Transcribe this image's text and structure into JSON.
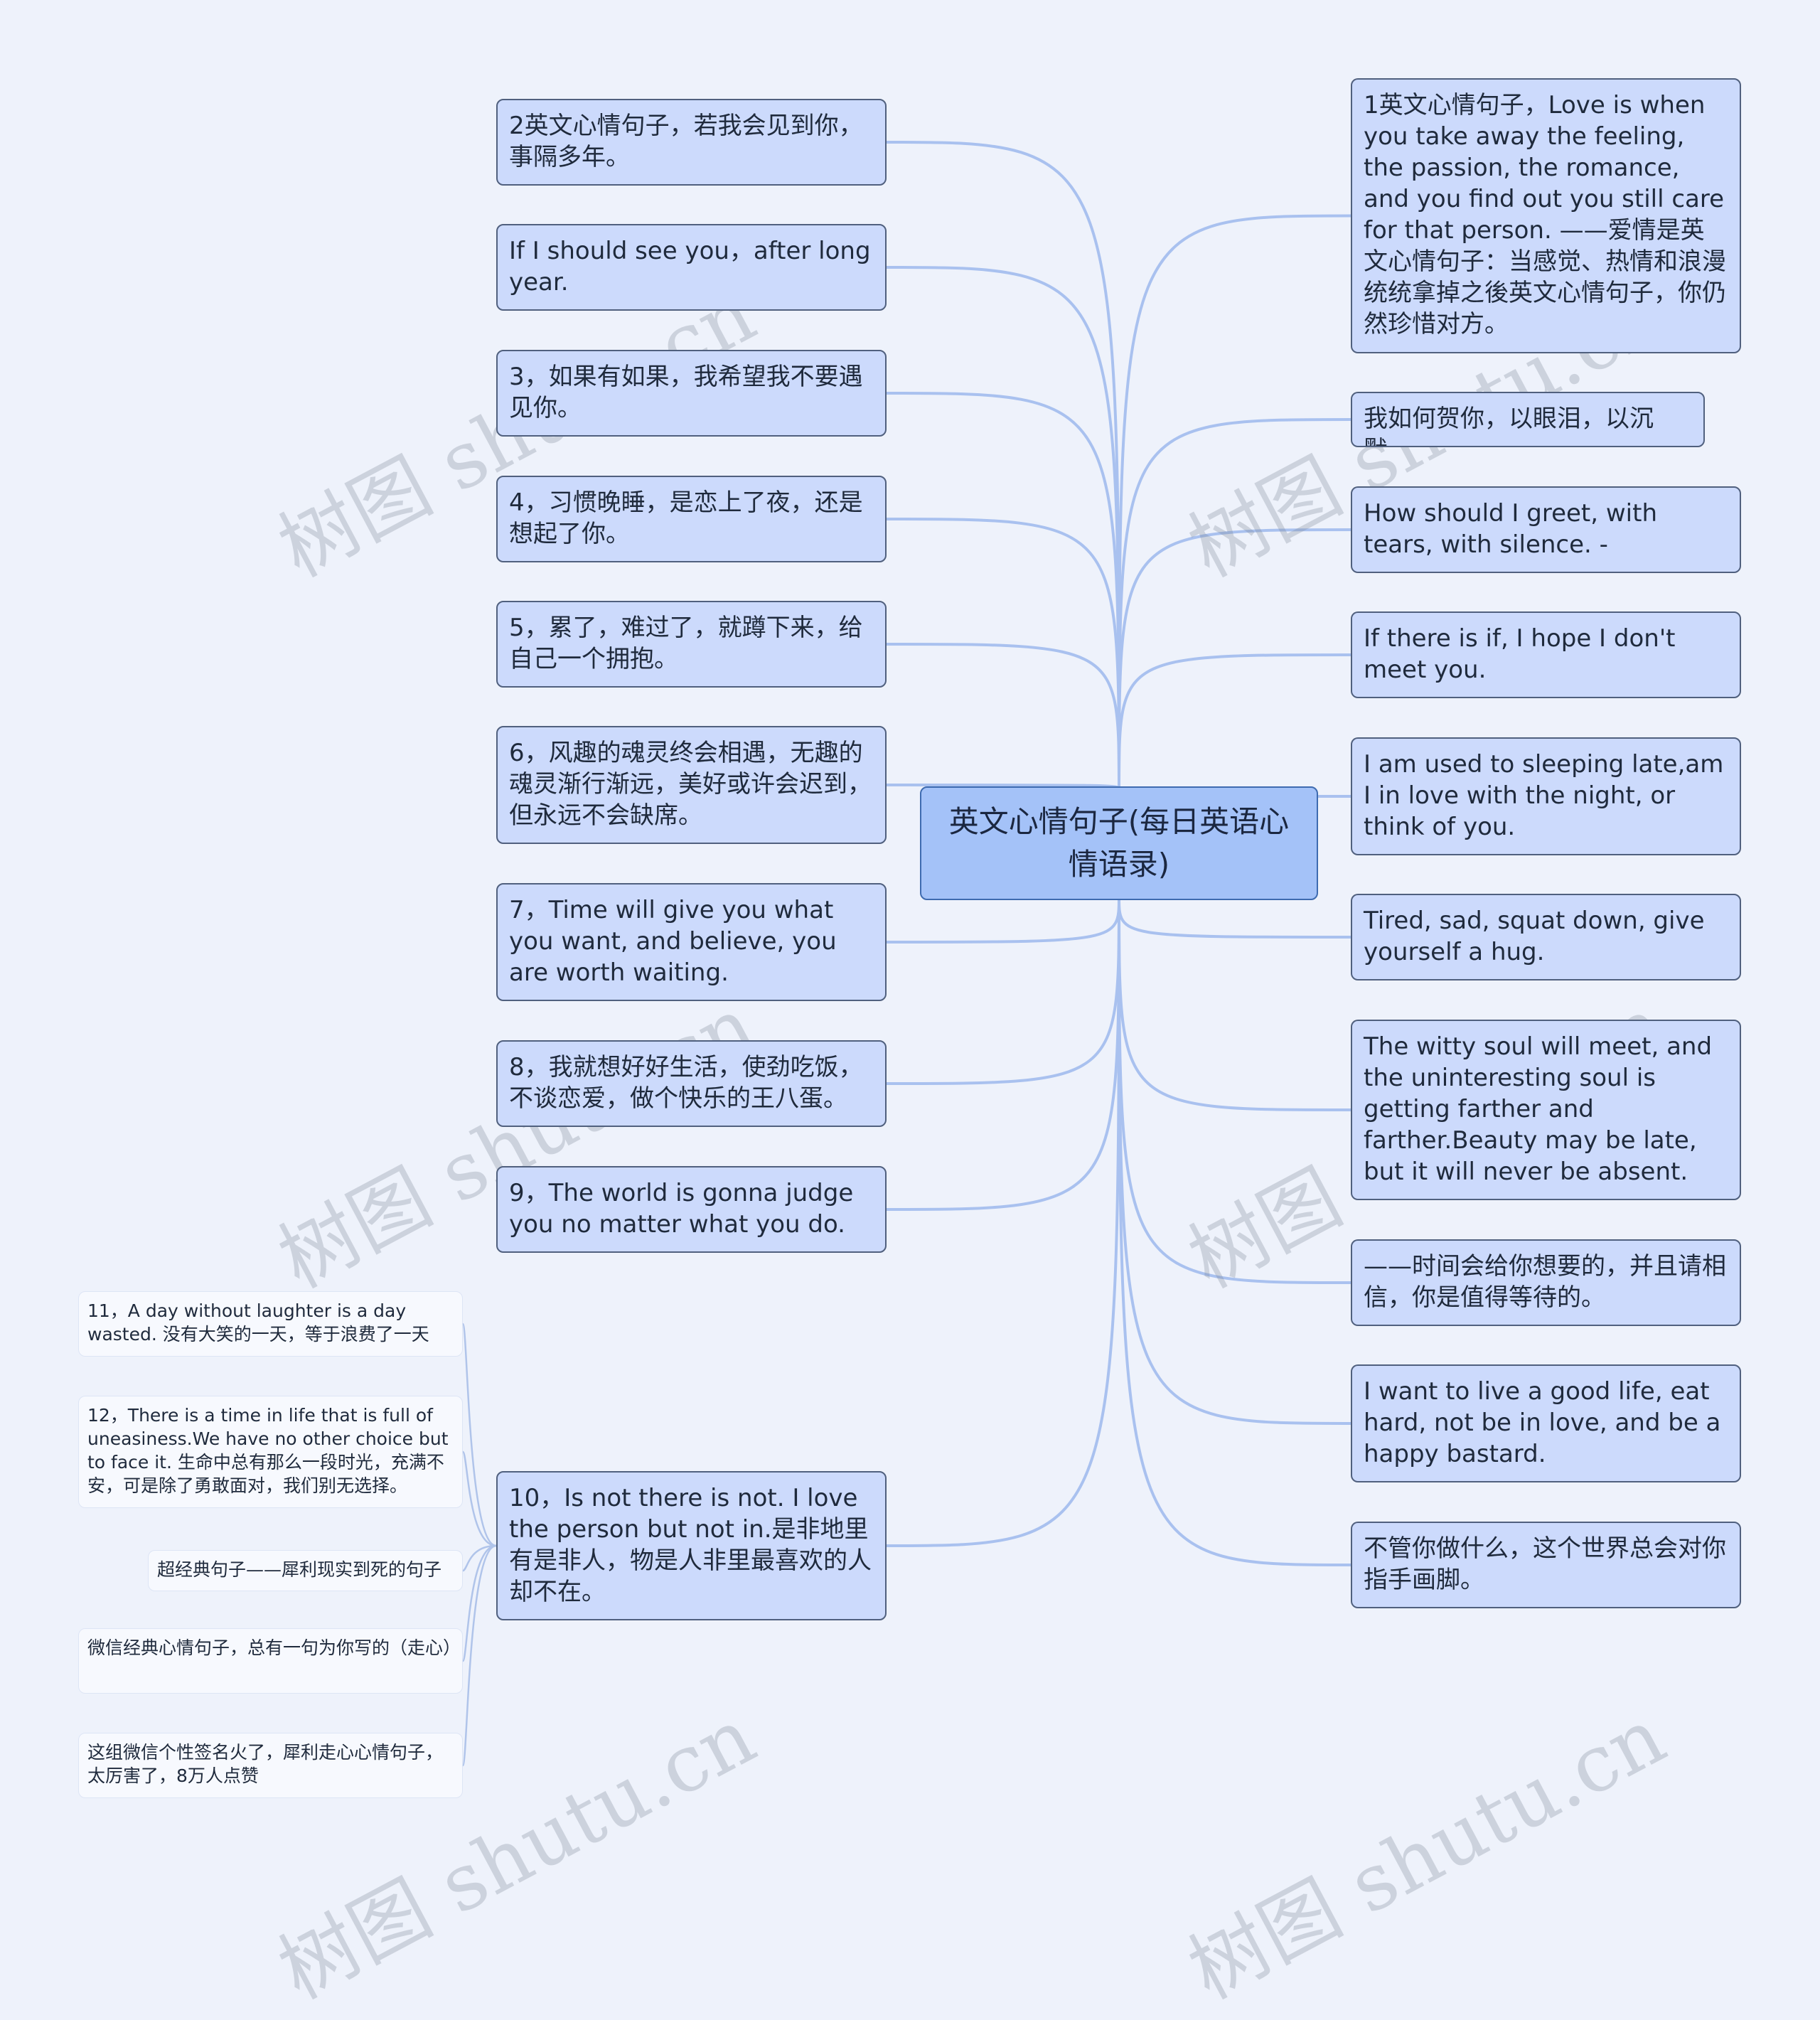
{
  "center": {
    "label": "英文心情句子(每日英语心情语录)"
  },
  "left_nodes": [
    "2英文心情句子，若我会见到你，事隔多年。",
    "If I should see you，after long year.",
    "3，如果有如果，我希望我不要遇见你。",
    "4，习惯晚睡，是恋上了夜，还是想起了你。",
    "5，累了，难过了，就蹲下来，给自己一个拥抱。",
    "6，风趣的魂灵终会相遇，无趣的魂灵渐行渐远，美好或许会迟到，但永远不会缺席。",
    "7，Time will give you what you want, and believe, you are worth waiting.",
    "8，我就想好好生活，使劲吃饭，不谈恋爱，做个快乐的王八蛋。",
    "9，The world is gonna judge you no matter what you do.",
    "10，Is not there is not. I love the person but not in.是非地里有是非人，物是人非里最喜欢的人却不在。"
  ],
  "right_nodes": [
    "1英文心情句子，Love is when you take away the feeling, the passion, the romance, and you find out you still care for that person. ——爱情是英文心情句子：当感觉、热情和浪漫统统拿掉之後英文心情句子，你仍然珍惜对方。",
    "我如何贺你，以眼泪，以沉默。",
    "How should I greet, with tears, with silence. -",
    "If there is if, I hope I don't meet you.",
    "I am used to sleeping late,am I in love with the night, or think of you.",
    "Tired, sad, squat down, give yourself a hug.",
    "The witty soul will meet, and the uninteresting soul is getting farther and farther.Beauty may be late, but it will never be absent.",
    "——时间会给你想要的，并且请相信，你是值得等待的。",
    "I want to live a good life, eat hard, not be in love, and be a happy bastard.",
    "不管你做什么，这个世界总会对你指手画脚。"
  ],
  "leaf_nodes": [
    "11，A day without laughter is a day wasted. 没有大笑的一天，等于浪费了一天",
    "12，There is a time in life that is full of uneasiness.We have no other choice but to face it. 生命中总有那么一段时光，充满不安，可是除了勇敢面对，我们别无选择。",
    "超经典句子——犀利现实到死的句子",
    "微信经典心情句子，总有一句为你写的（走心）",
    "这组微信个性签名火了，犀利走心心情句子，太厉害了，8万人点赞"
  ],
  "watermark": "树图 shutu.cn",
  "colors": {
    "background": "#eef2fb",
    "link": "#a9c1ef",
    "node": "#ccdafc",
    "center": "#a4c2f8",
    "leaf_link": "#b0c4ea"
  }
}
